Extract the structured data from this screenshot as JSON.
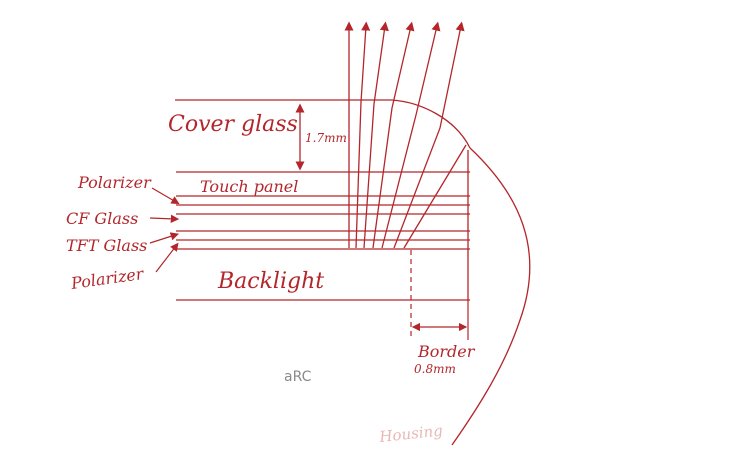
{
  "labels": {
    "cover_glass": "Cover glass",
    "thickness": "1.7mm",
    "polarizer_top": "Polarizer",
    "touch_panel": "Touch panel",
    "cf_glass": "CF Glass",
    "tft_glass": "TFT Glass",
    "polarizer_bottom": "Polarizer",
    "backlight": "Backlight",
    "border": "Border",
    "border_width": "0.8mm",
    "housing": "Housing",
    "brand": "aRC"
  },
  "colors": {
    "ink": "#b3262b",
    "ink_faded": "#e8b8b5",
    "brand_text": "#8a8a8a",
    "background": "#ffffff"
  }
}
